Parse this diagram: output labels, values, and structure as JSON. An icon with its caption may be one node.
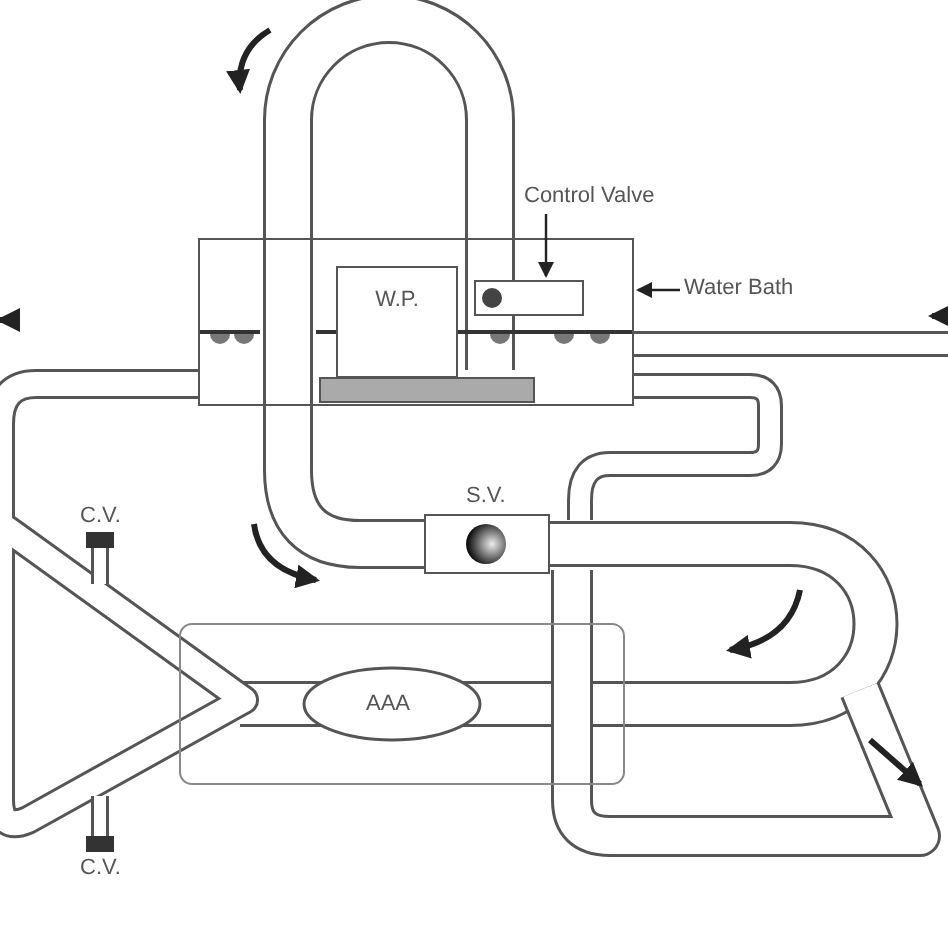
{
  "diagram": {
    "nodes": [
      {
        "text": [
          "Control Valve"
        ]
      },
      {
        "text": [],
        "shape": "box"
      },
      {
        "text": [
          "W.P."
        ],
        "in": 1
      },
      {
        "text": [],
        "shape": "box",
        "in": 1
      },
      {
        "text": [
          "Water Bath"
        ]
      },
      {
        "text": [
          "S.V."
        ]
      },
      {
        "text": [
          "C.V."
        ]
      },
      {
        "text": [
          "AAA"
        ]
      },
      {
        "text": [
          "C.V."
        ]
      }
    ],
    "edges": [
      {
        "from": 0,
        "to": 3,
        "arrow": "to"
      },
      {
        "from": 4,
        "to": 1,
        "arrow": "to"
      }
    ]
  }
}
